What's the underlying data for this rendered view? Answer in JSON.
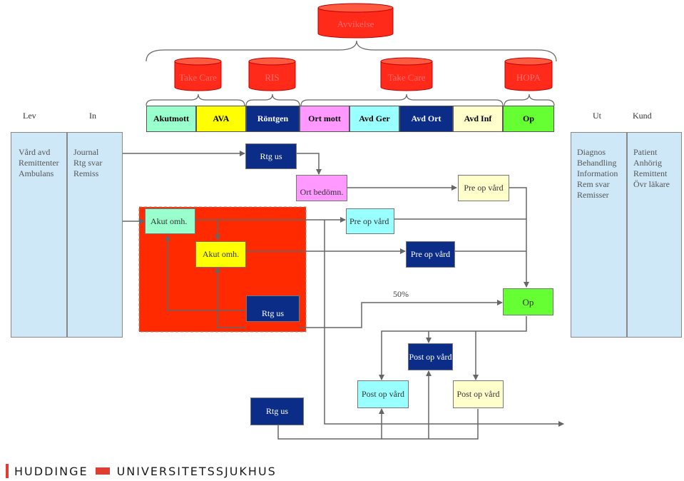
{
  "top_db": "Avvikelse",
  "systems": [
    "Take Care",
    "RIS",
    "Take Care",
    "HOPA"
  ],
  "header": {
    "lev": "Lev",
    "in": "In",
    "ut": "Ut",
    "kund": "Kund"
  },
  "departments": [
    {
      "label": "Akutmott",
      "color": "#99ffcc",
      "text": "#222"
    },
    {
      "label": "AVA",
      "color": "#ffff00",
      "text": "#222"
    },
    {
      "label": "Röntgen",
      "color": "#0b2d87",
      "text": "#ffffff"
    },
    {
      "label": "Ort mott",
      "color": "#ff99ff",
      "text": "#222"
    },
    {
      "label": "Avd Ger",
      "color": "#99ffff",
      "text": "#222"
    },
    {
      "label": "Avd Ort",
      "color": "#0b2d87",
      "text": "#ffffff"
    },
    {
      "label": "Avd Inf",
      "color": "#ffffcc",
      "text": "#222"
    },
    {
      "label": "Op",
      "color": "#66ff33",
      "text": "#222"
    }
  ],
  "panels": {
    "lev": [
      "Vård avd",
      "Remittenter",
      "Ambulans"
    ],
    "in": [
      "Journal",
      "Rtg svar",
      "Remiss"
    ],
    "ut": [
      "Diagnos",
      "Behandling",
      "Information",
      "Rem svar",
      "Remisser"
    ],
    "kund": [
      "Patient",
      "Anhörig",
      "Remittent",
      "Övr läkare"
    ]
  },
  "nodes": {
    "rtg1": "Rtg us",
    "ort_bedomn": "Ort bedömn.",
    "pre_op_1": "Pre op vård",
    "akut_omh_1": "Akut omh.",
    "pre_op_2": "Pre op vård",
    "akut_omh_2": "Akut omh.",
    "pre_op_3": "Pre op vård",
    "rtg2": "Rtg us",
    "percent": "50%",
    "op": "Op",
    "post_op_1": "Post op vård",
    "post_op_2": "Post op vård",
    "post_op_3": "Post op vård",
    "rtg3": "Rtg us"
  },
  "logo": {
    "part1": "HUDDINGE",
    "part2": "UNIVERSITETSSJUKHUS"
  },
  "colors": {
    "db_red": "#ff2a1a",
    "zone_red": "#ff2a00",
    "navy": "#0b2d87",
    "mint": "#99ffcc",
    "yellow": "#ffff00",
    "pink": "#ff99ff",
    "cyan": "#99ffff",
    "cream": "#ffffcc",
    "green": "#66ff33",
    "panel": "#cfe8f7",
    "line": "#666666"
  }
}
